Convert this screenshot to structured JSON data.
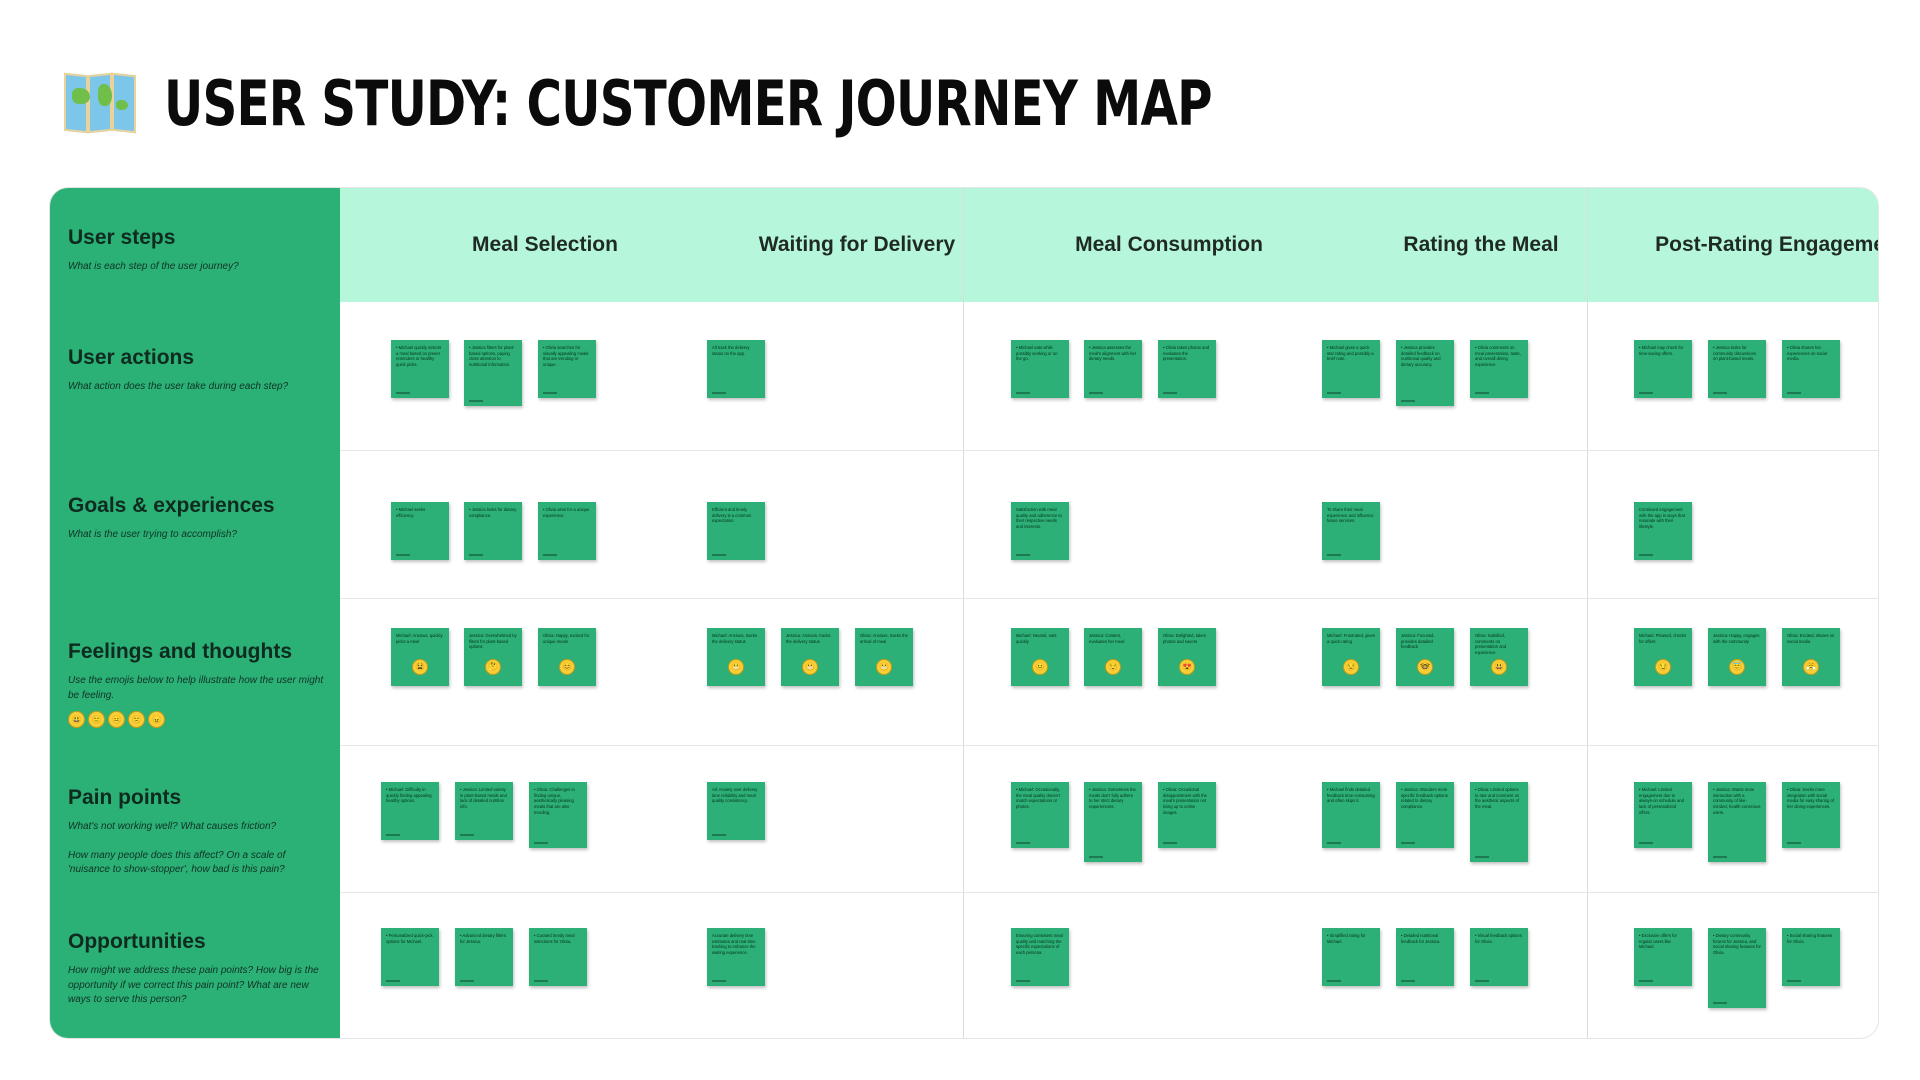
{
  "title": "USER STUDY: CUSTOMER JOURNEY MAP",
  "rows": [
    {
      "title": "User steps",
      "subtitle": "What is each step of the user journey?"
    },
    {
      "title": "User actions",
      "subtitle": "What action does the user take during each step?"
    },
    {
      "title": "Goals & experiences",
      "subtitle": "What is the user trying to accomplish?"
    },
    {
      "title": "Feelings and thoughts",
      "subtitle": "Use the emojis below to help illustrate how the user might be feeling.",
      "emojis": [
        "😃",
        "🙂",
        "😐",
        "🙁",
        "😠"
      ]
    },
    {
      "title": "Pain points",
      "subtitle": "What's not working well? What causes friction?",
      "subtitle2": "How many people does this affect? On a scale of 'nuisance to show-stopper', how bad is this pain?"
    },
    {
      "title": "Opportunities",
      "subtitle": "How might we address these pain points? How big is the opportunity if we correct this pain point? What are new ways to serve this person?"
    }
  ],
  "phases": [
    "Meal Selection",
    "Waiting for Delivery",
    "Meal Consumption",
    "Rating the Meal",
    "Post-Rating Engagement"
  ],
  "notes": {
    "actions": [
      "• Michael quickly selects a meal based on preset reminders or healthy quick picks.",
      "• Jessica filters for plant-based options, paying close attention to nutritional information.",
      "• Olivia searches for visually appealing meals that are trending or unique.",
      "All track the delivery status on the app.",
      "• Michael eats while possibly working or on the go.",
      "• Jessica assesses the meal's alignment with her dietary needs.",
      "• Olivia takes photos and evaluates the presentation.",
      "• Michael gives a quick star rating and possibly a brief note.",
      "• Jessica provides detailed feedback on nutritional quality and dietary accuracy.",
      "• Olivia comments on meal presentation, taste, and overall dining experience.",
      "• Michael may check for time-saving offers.",
      "• Jessica looks for community discussions on plant-based meals.",
      "• Olivia shares her experiences on social media."
    ],
    "goals": [
      "• Michael seeks efficiency.",
      "• Jessica looks for dietary compliance.",
      "• Olivia aims for a unique experience.",
      "Efficient and timely delivery is a common expectation.",
      "Satisfaction with meal quality and adherence to their respective needs and interests.",
      "To share their meal experience and influence future services.",
      "Continued engagement with the app in ways that resonate with their lifestyle."
    ],
    "feelings": [
      "Michael: Anxious, quickly picks a meal",
      "Jessica: Overwhelmed by filters for plant-based options",
      "Olivia: Happy, excited for unique meals",
      "Michael: Anxious, tracks the delivery status",
      "Jessica: Anxious, tracks the delivery status",
      "Olivia: Anxious, tracks the arrival of meal",
      "Michael: Neutral, eats quickly",
      "Jessica: Content, evaluates her meal",
      "Olivia: Delighted, takes photos and savors",
      "Michael: Frustrated, gives a quick rating",
      "Jessica: Focused, provides detailed feedback",
      "Olivia: Satisfied, comments on presentation and experience",
      "Michael: Pleased, checks for offers",
      "Jessica: Happy, engages with the community",
      "Olivia: Excited, shares on social media"
    ],
    "feeling_emojis": [
      "😫",
      "🤔",
      "😊",
      "😬",
      "😬",
      "😬",
      "😐",
      "😌",
      "😍",
      "😒",
      "🤓",
      "😃",
      "😏",
      "😇",
      "😤"
    ],
    "pains": [
      "• Michael: Difficulty in quickly finding appealing healthy options.",
      "• Jessica: Limited variety in plant-based meals and lack of detailed nutrition info.",
      "• Olivia: Challenges in finding unique, aesthetically pleasing meals that are also trending.",
      "All: Anxiety over delivery time reliability and meal quality consistency.",
      "• Michael: Occasionally, the meal quality doesn't match expectations or photos.",
      "• Jessica: Sometimes the meals don't fully adhere to her strict dietary requirements.",
      "• Olivia: Occasional disappointment with the meal's presentation not living up to online images.",
      "• Michael finds detailed feedback time-consuming and often skips it.",
      "• Jessica: Wonders more specific feedback options related to dietary compliance.",
      "• Olivia: Limited options to rate and comment on the aesthetic aspects of the meal.",
      "• Michael: Limited engagement due to always-on schedule and lack of personalized offers.",
      "• Jessica: Wants more interaction with a community of like-minded, health-conscious users.",
      "• Olivia: Seeks more integration with social media for easy sharing of her dining experiences."
    ],
    "opps": [
      "• Personalized quick-pick options for Michael.",
      "• Advanced dietary filters for Jessica.",
      "• Curated trendy meal selections for Olivia.",
      "Accurate delivery time estimates and real-time tracking to enhance the waiting experience.",
      "Ensuring consistent meal quality and matching the specific expectations of each persona.",
      "• Simplified rating for Michael.",
      "• Detailed nutritional feedback for Jessica.",
      "• Visual feedback options for Olivia.",
      "• Exclusive offers for regular users like Michael.",
      "• Dietary community forums for Jessica, and social sharing features for Olivia.",
      "• Social sharing features for Olivia."
    ]
  }
}
